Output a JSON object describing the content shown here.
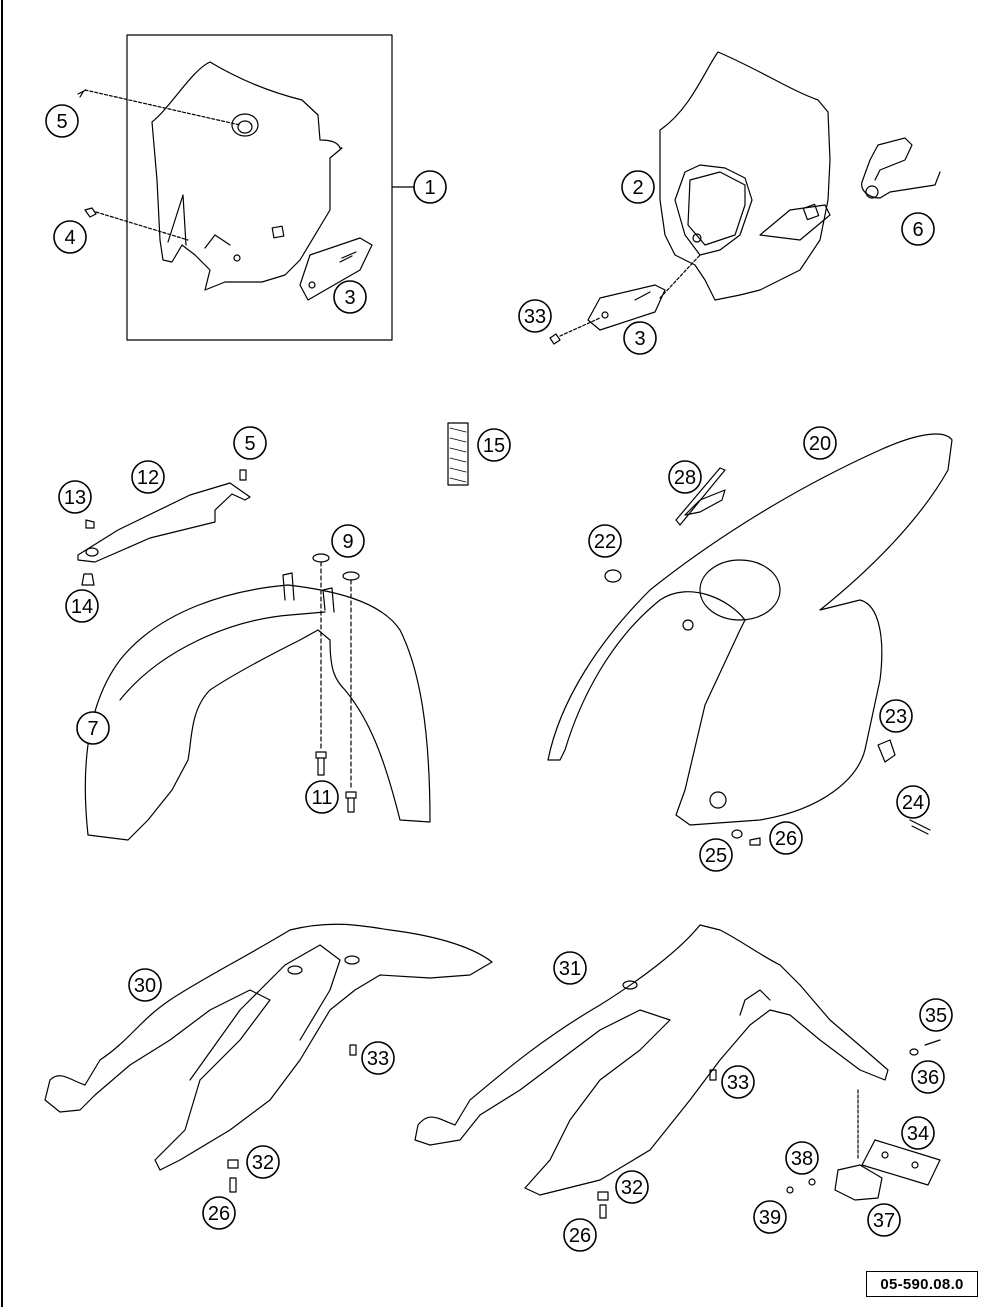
{
  "drawing_number": "05-590.08.0",
  "callouts": [
    {
      "id": "c1",
      "label": "1"
    },
    {
      "id": "c2",
      "label": "2"
    },
    {
      "id": "c3a",
      "label": "3"
    },
    {
      "id": "c3b",
      "label": "3"
    },
    {
      "id": "c4",
      "label": "4"
    },
    {
      "id": "c5a",
      "label": "5"
    },
    {
      "id": "c5b",
      "label": "5"
    },
    {
      "id": "c6",
      "label": "6"
    },
    {
      "id": "c7",
      "label": "7"
    },
    {
      "id": "c9",
      "label": "9"
    },
    {
      "id": "c11",
      "label": "11"
    },
    {
      "id": "c12",
      "label": "12"
    },
    {
      "id": "c13",
      "label": "13"
    },
    {
      "id": "c14",
      "label": "14"
    },
    {
      "id": "c15",
      "label": "15"
    },
    {
      "id": "c20",
      "label": "20"
    },
    {
      "id": "c22",
      "label": "22"
    },
    {
      "id": "c23",
      "label": "23"
    },
    {
      "id": "c24",
      "label": "24"
    },
    {
      "id": "c25",
      "label": "25"
    },
    {
      "id": "c26a",
      "label": "26"
    },
    {
      "id": "c26b",
      "label": "26"
    },
    {
      "id": "c26c",
      "label": "26"
    },
    {
      "id": "c28",
      "label": "28"
    },
    {
      "id": "c30",
      "label": "30"
    },
    {
      "id": "c31",
      "label": "31"
    },
    {
      "id": "c32a",
      "label": "32"
    },
    {
      "id": "c32b",
      "label": "32"
    },
    {
      "id": "c33a",
      "label": "33"
    },
    {
      "id": "c33b",
      "label": "33"
    },
    {
      "id": "c33c",
      "label": "33"
    },
    {
      "id": "c34",
      "label": "34"
    },
    {
      "id": "c35",
      "label": "35"
    },
    {
      "id": "c36",
      "label": "36"
    },
    {
      "id": "c37",
      "label": "37"
    },
    {
      "id": "c38",
      "label": "38"
    },
    {
      "id": "c39",
      "label": "39"
    }
  ]
}
